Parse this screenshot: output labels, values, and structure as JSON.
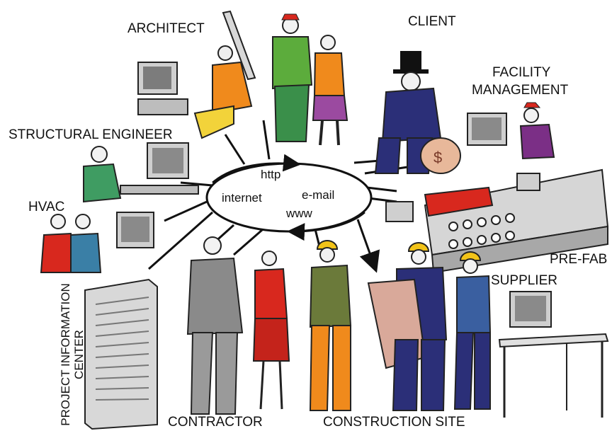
{
  "labels": {
    "architect": "ARCHITECT",
    "client": "CLIENT",
    "facility_1": "FACILITY",
    "facility_2": "MANAGEMENT",
    "structural_engineer": "STRUCTURAL ENGINEER",
    "hvac": "HVAC",
    "pre_fab": "PRE-FAB",
    "supplier": "SUPPLIER",
    "contractor": "CONTRACTOR",
    "construction_site": "CONSTRUCTION SITE",
    "project_info_1": "PROJECT INFORMATION",
    "project_info_2": "CENTER"
  },
  "network": {
    "http": "http",
    "internet": "internet",
    "email": "e-mail",
    "www": "www"
  },
  "colors": {
    "orange": "#f08a1c",
    "red": "#d8281e",
    "green": "#5cac3c",
    "navy": "#2b2f78",
    "purple": "#7b2f86",
    "yellow": "#f2c318",
    "gray": "#8a8a8a"
  }
}
